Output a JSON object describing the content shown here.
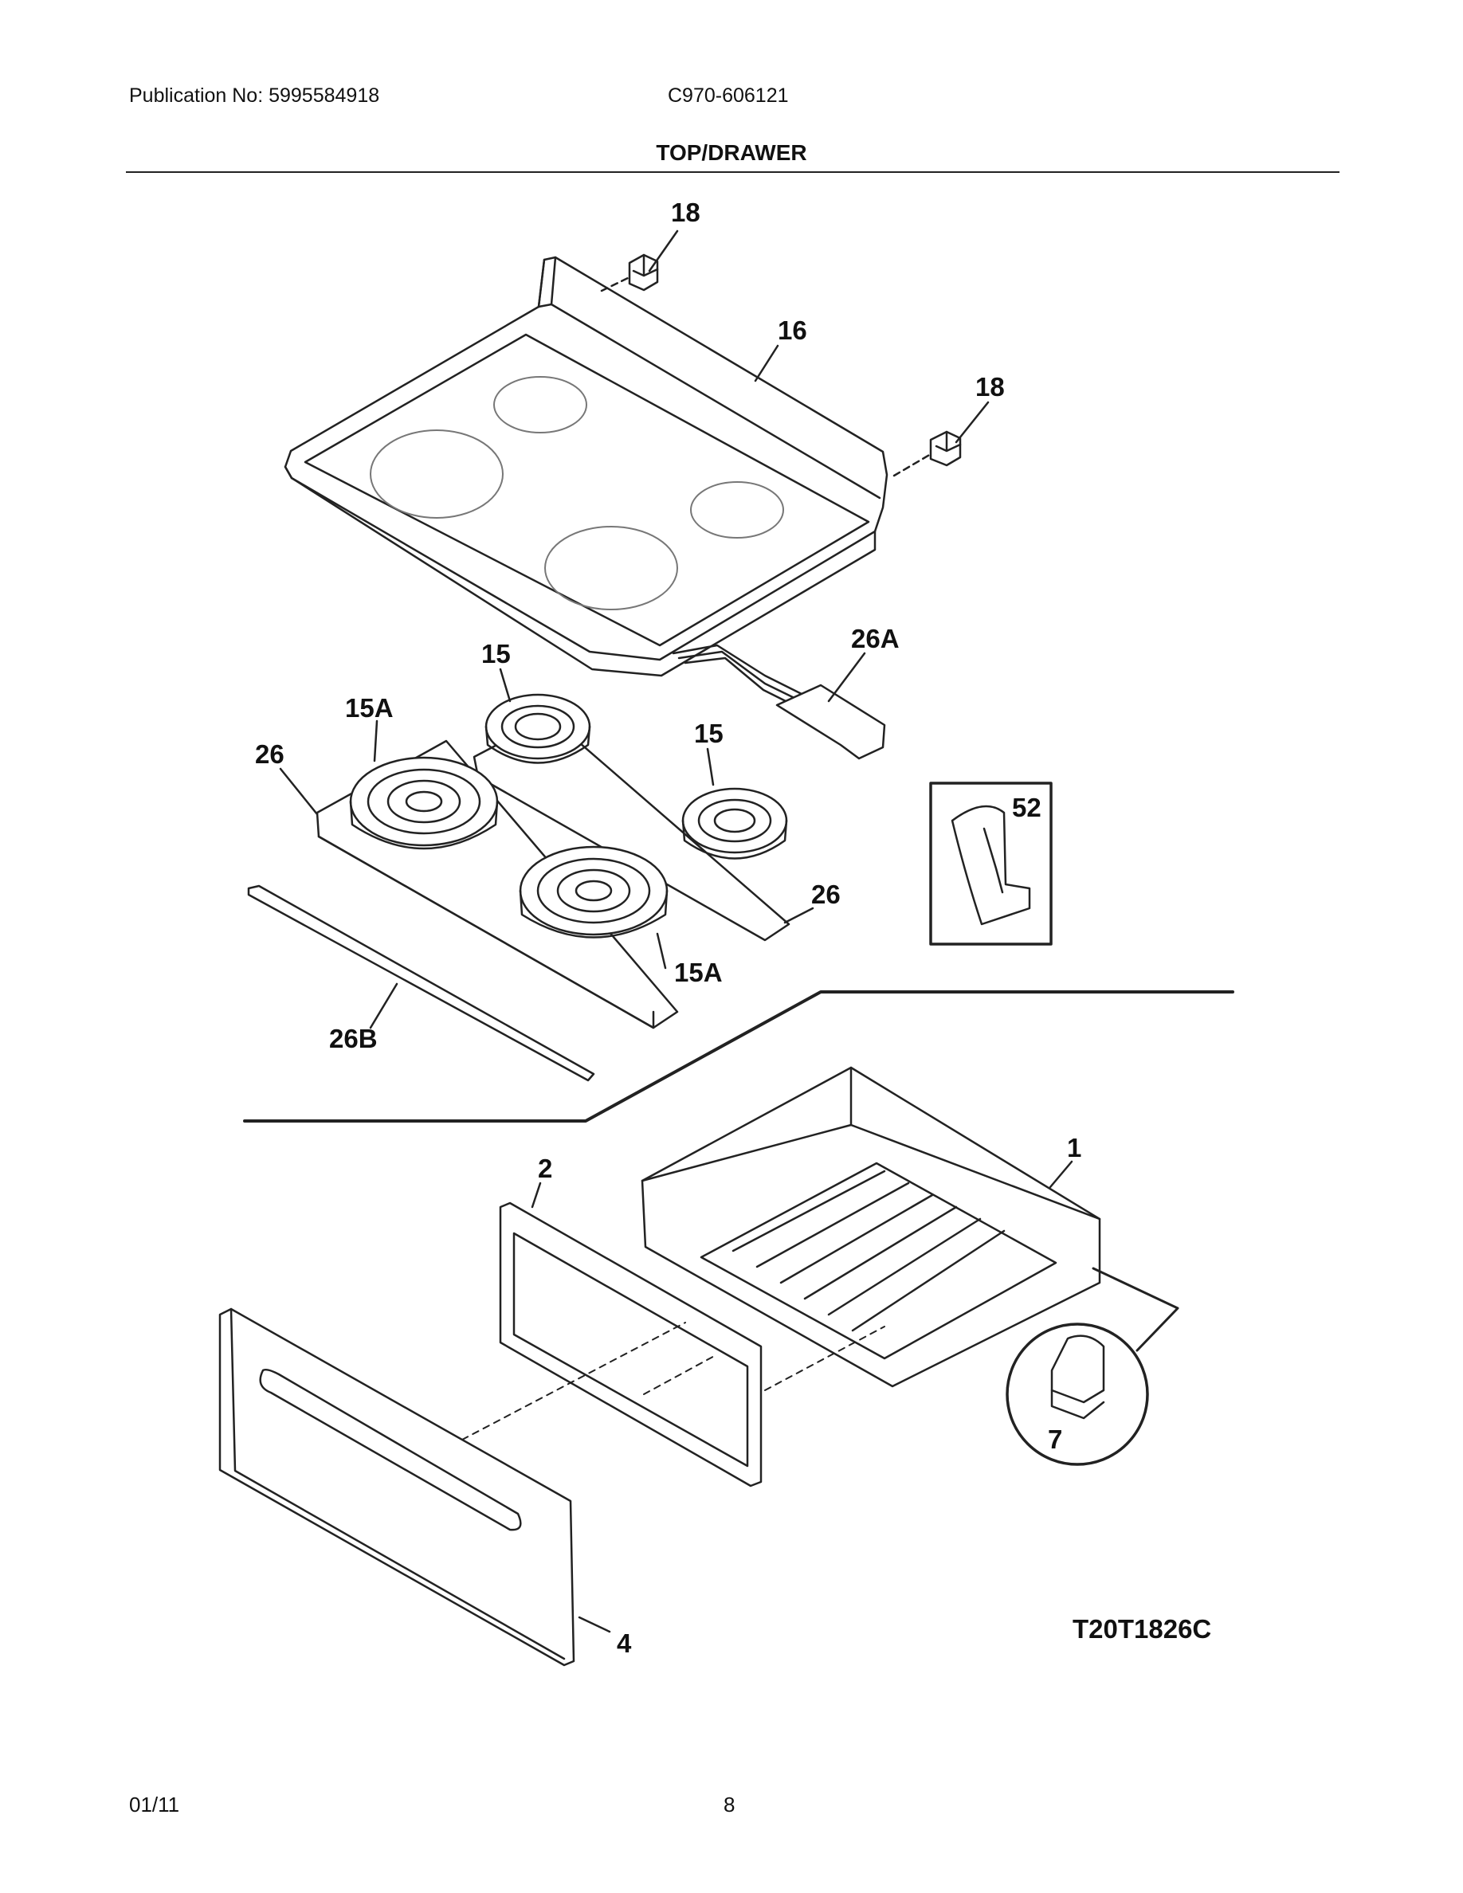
{
  "header": {
    "publication": "Publication No: 5995584918",
    "model": "C970-606121",
    "section_title": "TOP/DRAWER"
  },
  "callouts": {
    "c18a": "18",
    "c16": "16",
    "c18b": "18",
    "c15a_top": "15",
    "c26a": "26A",
    "c15a_left": "15A",
    "c26_left": "26",
    "c15_right": "15",
    "c52": "52",
    "c26_right": "26",
    "c15a_bottom": "15A",
    "c26b": "26B",
    "c1": "1",
    "c2": "2",
    "c7": "7",
    "c4": "4"
  },
  "diagram_code": "T20T1826C",
  "footer": {
    "date": "01/11",
    "page": "8"
  }
}
